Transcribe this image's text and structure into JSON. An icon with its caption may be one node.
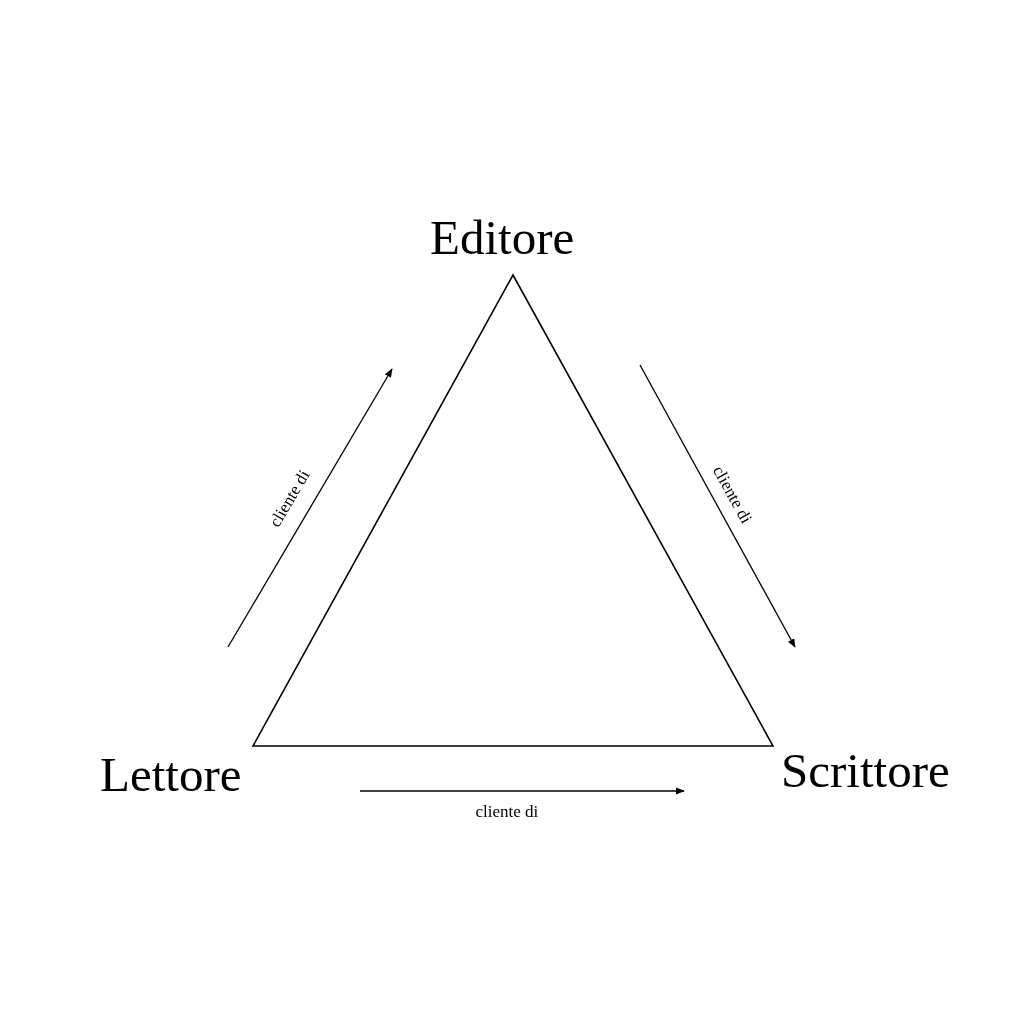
{
  "diagram": {
    "nodes": [
      {
        "text": [
          "Editore"
        ]
      },
      {
        "text": [
          "Lettore"
        ]
      },
      {
        "text": [
          "Scrittore"
        ]
      }
    ],
    "labels": [
      "cliente di",
      "cliente di",
      "cliente di"
    ]
  }
}
